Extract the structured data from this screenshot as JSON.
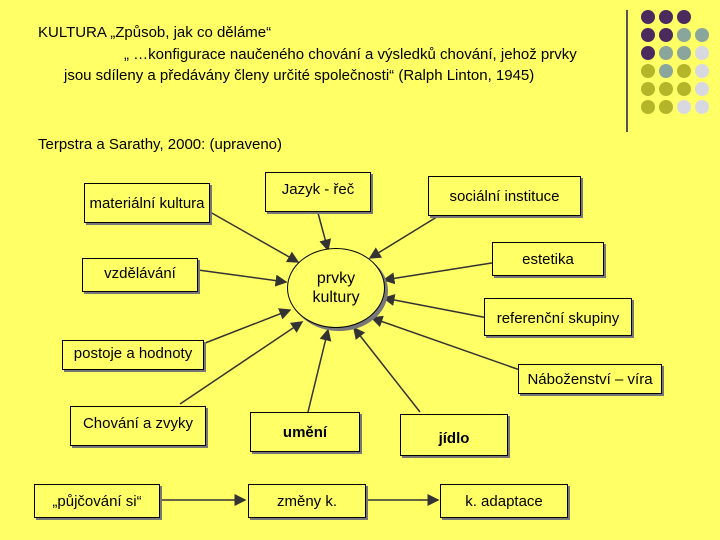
{
  "header": {
    "line1": "KULTURA   „Způsob, jak co děláme“",
    "line2": "„ …konfigurace naučeného chování a výsledků chování, jehož prvky",
    "line3": "jsou sdíleny a předávány členy určité společnosti“ (Ralph Linton, 1945)",
    "source": "Terpstra a Sarathy, 2000: (upraveno)"
  },
  "diagram": {
    "center": {
      "line1": "prvky",
      "line2": "kultury"
    },
    "nodes": {
      "materialni_kultura": "materiální kultura",
      "jazyk": "Jazyk - řeč",
      "socialni_instituce": "sociální instituce",
      "estetika": "estetika",
      "vzdelavani": "vzdělávání",
      "referencni_skupiny": "referenční skupiny",
      "postoje": "postoje a hodnoty",
      "nabozenstvi": "Náboženství – víra",
      "chovani": "Chování a zvyky",
      "umeni": "umění",
      "jidlo": "jídlo",
      "pujcovani": "„půjčování si“",
      "zmeny": "změny k.",
      "adaptace": "k. adaptace"
    }
  },
  "colors": {
    "background": "#ffff66",
    "dot_purple": "#4b2a5e",
    "dot_teal": "#8aa59b",
    "dot_olive": "#b5b52a",
    "dot_grey": "#d8d8e0"
  }
}
